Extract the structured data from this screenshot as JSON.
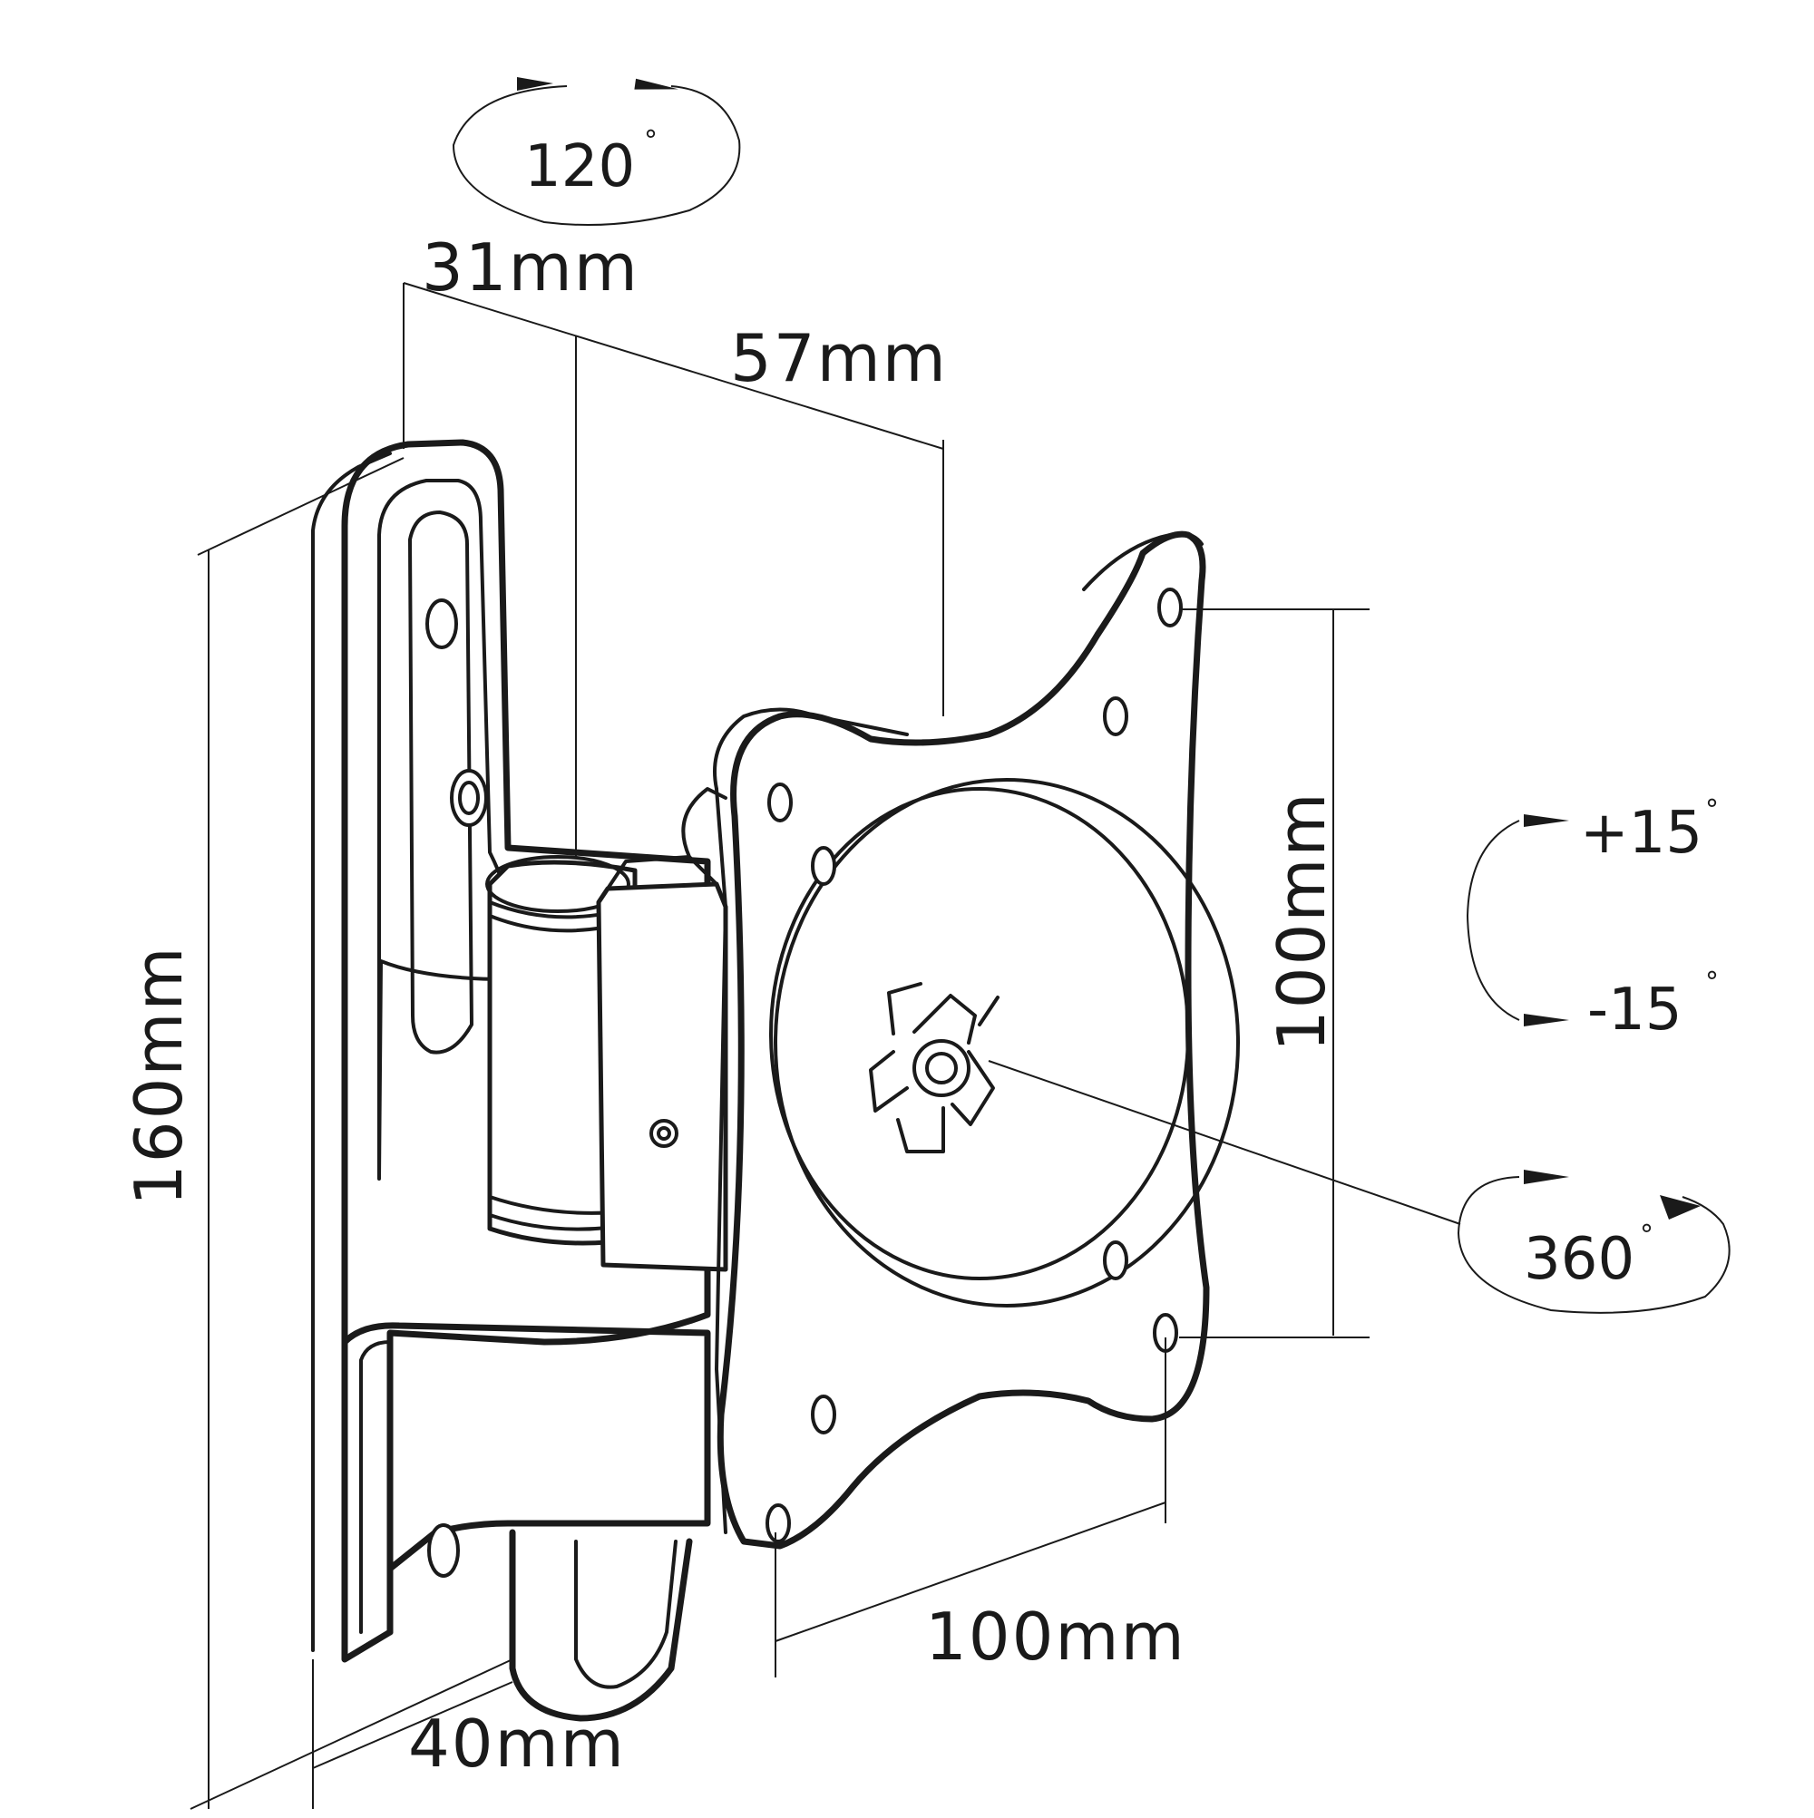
{
  "diagram": {
    "colors": {
      "line": "#1a1a1a",
      "background": "#ffffff"
    },
    "dimensions": {
      "top_depth_a": "31mm",
      "top_depth_b": "57mm",
      "height": "160mm",
      "bottom_depth": "40mm",
      "vesa_vertical": "100mm",
      "vesa_horizontal": "100mm"
    },
    "angles": {
      "swivel": "120",
      "tilt_up": "+15",
      "tilt_down": "-15",
      "rotation": "360",
      "degree_symbol": "°"
    }
  }
}
